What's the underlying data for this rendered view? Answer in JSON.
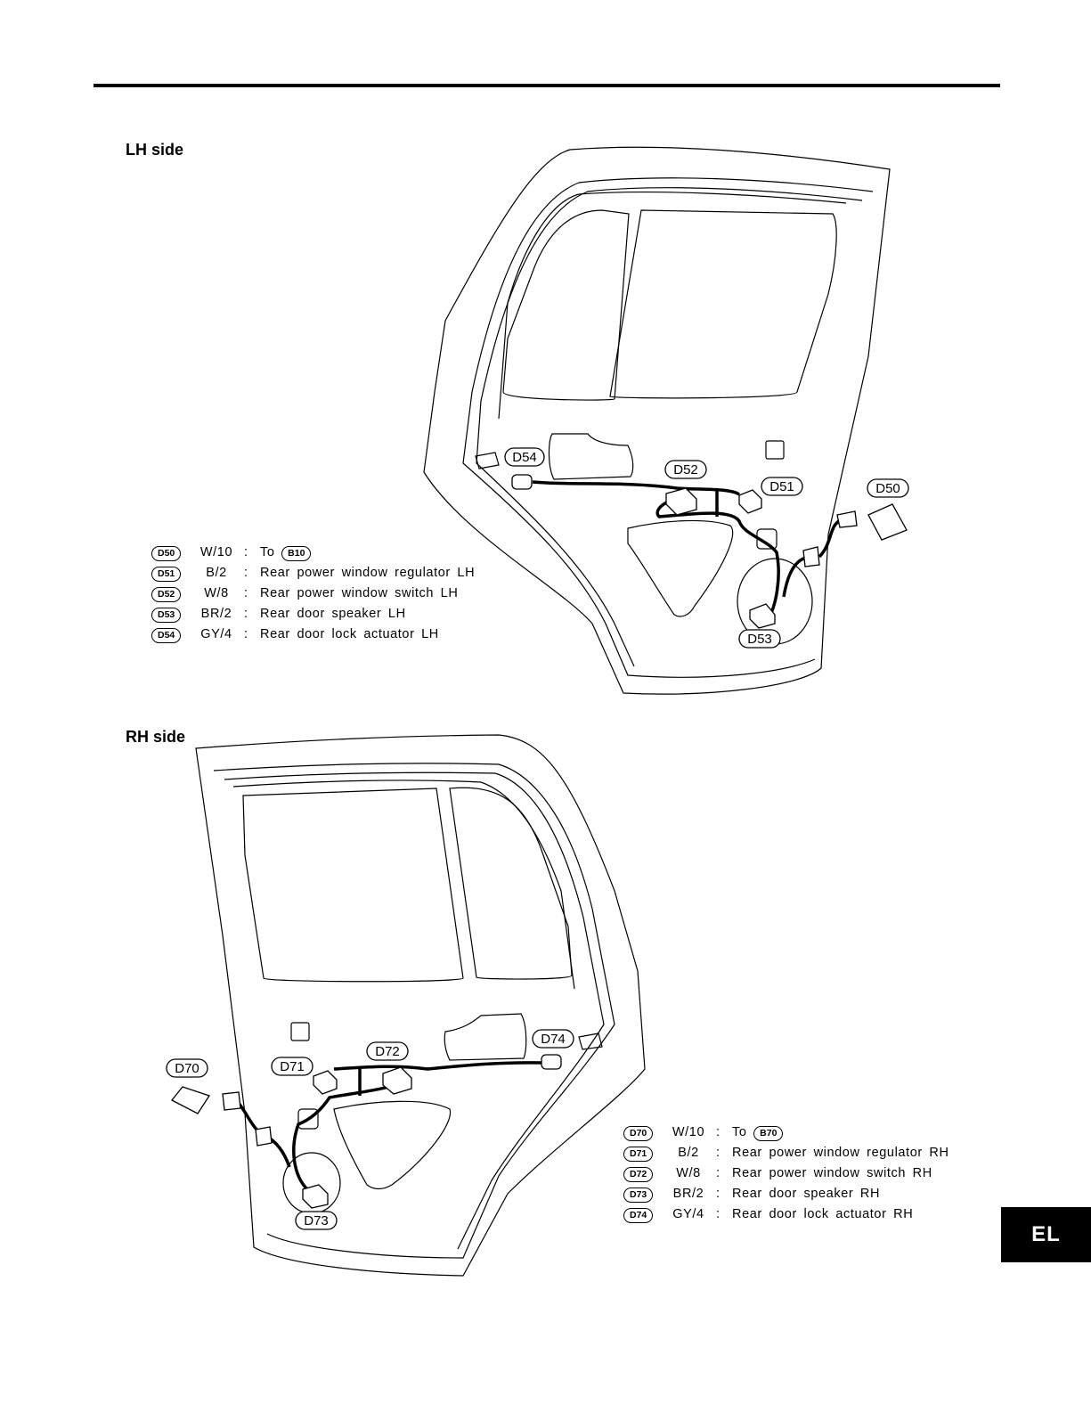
{
  "lh": {
    "title": "LH side",
    "callouts": {
      "d50": "D50",
      "d51": "D51",
      "d52": "D52",
      "d53": "D53",
      "d54": "D54"
    },
    "legend": [
      {
        "connector": "D50",
        "wire": "W/10",
        "desc_prefix": "To",
        "desc_ref": "B10",
        "desc": ""
      },
      {
        "connector": "D51",
        "wire": "B/2",
        "desc": "Rear power window regulator LH"
      },
      {
        "connector": "D52",
        "wire": "W/8",
        "desc": "Rear power window switch LH"
      },
      {
        "connector": "D53",
        "wire": "BR/2",
        "desc": "Rear door speaker LH"
      },
      {
        "connector": "D54",
        "wire": "GY/4",
        "desc": "Rear door lock actuator LH"
      }
    ]
  },
  "rh": {
    "title": "RH side",
    "callouts": {
      "d70": "D70",
      "d71": "D71",
      "d72": "D72",
      "d73": "D73",
      "d74": "D74"
    },
    "legend": [
      {
        "connector": "D70",
        "wire": "W/10",
        "desc_prefix": "To",
        "desc_ref": "B70",
        "desc": ""
      },
      {
        "connector": "D71",
        "wire": "B/2",
        "desc": "Rear power window regulator RH"
      },
      {
        "connector": "D72",
        "wire": "W/8",
        "desc": "Rear power window switch RH"
      },
      {
        "connector": "D73",
        "wire": "BR/2",
        "desc": "Rear door speaker RH"
      },
      {
        "connector": "D74",
        "wire": "GY/4",
        "desc": "Rear door lock actuator RH"
      }
    ]
  },
  "separator": ":",
  "section_tab": "EL"
}
